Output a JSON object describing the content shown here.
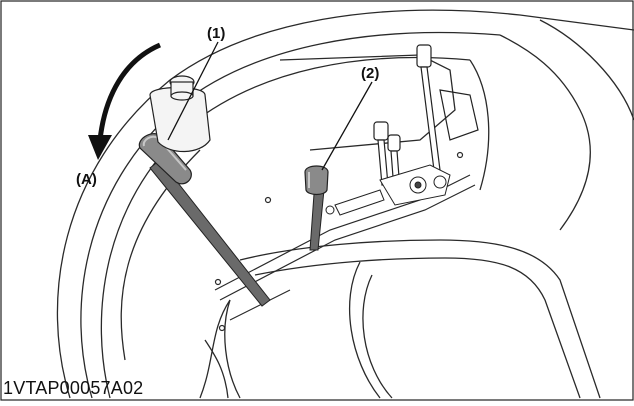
{
  "figure": {
    "callouts": {
      "part_1": "(1)",
      "part_2": "(2)",
      "direction_a": "(A)"
    },
    "figure_code": "1VTAP00057A02",
    "colors": {
      "line": "#2a2a2a",
      "background": "#ffffff",
      "lever_grip": "#7a7a7a",
      "lever_grip_light": "#a8a8a8",
      "shaft": "#5a5a5a"
    }
  }
}
